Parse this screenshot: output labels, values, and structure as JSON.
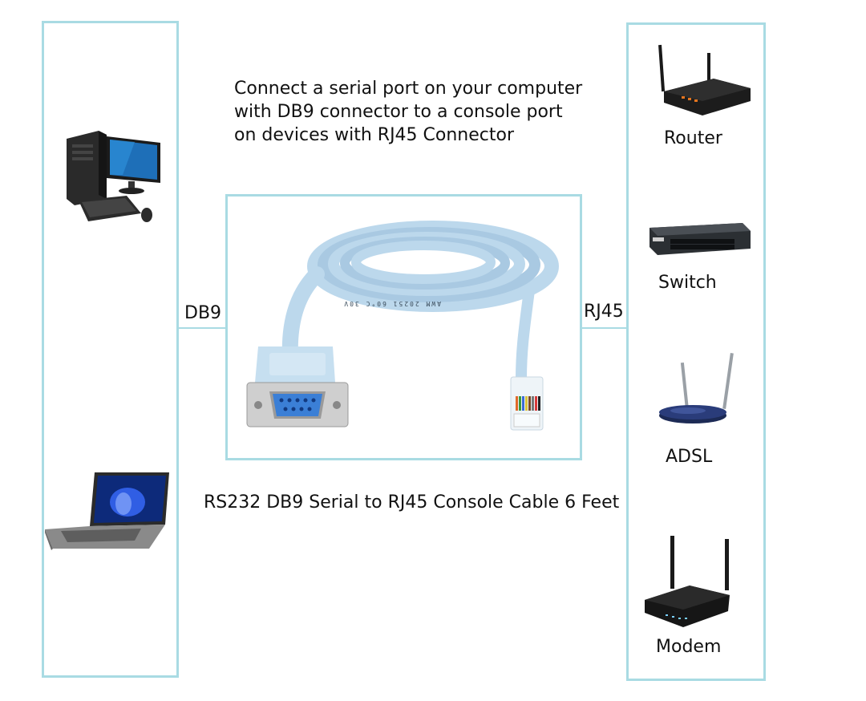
{
  "intro": {
    "line1": "Connect a serial port on your computer",
    "line2": "with DB9 connector to a console port",
    "line3": "on  devices with RJ45 Connector"
  },
  "caption": "RS232 DB9 Serial to RJ45 Console Cable 6 Feet",
  "left_connector": "DB9",
  "right_connector": "RJ45",
  "cable_print": "AWM 20251 60°C 30V",
  "devices": {
    "router": "Router",
    "switch": "Switch",
    "adsl": "ADSL",
    "modem": "Modem"
  },
  "colors": {
    "frame": "#a9dbe3",
    "cable": "#bcd8ec",
    "db9_face": "#3b7fd6"
  }
}
